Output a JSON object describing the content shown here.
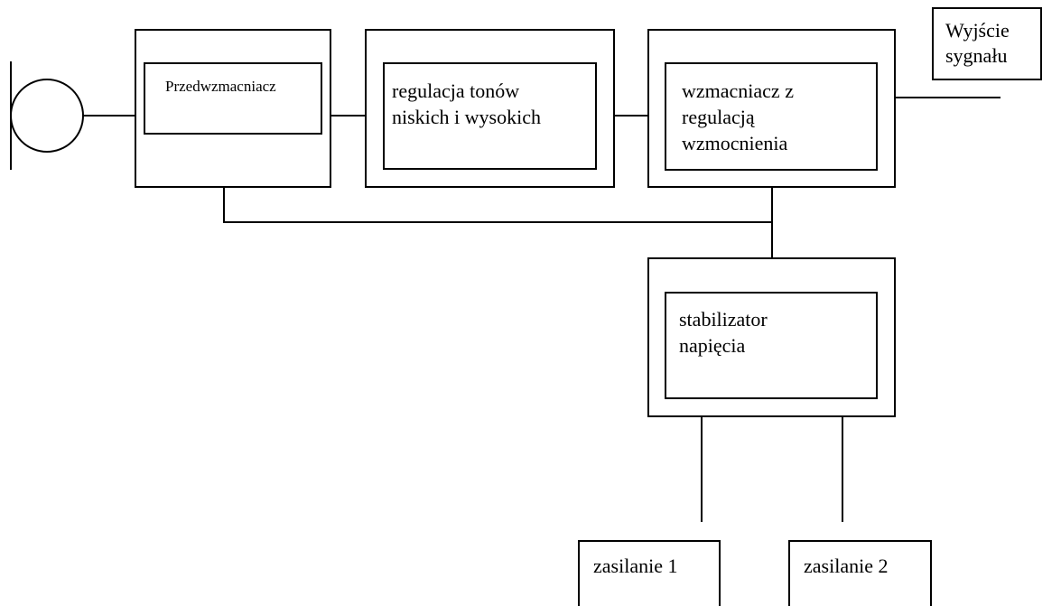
{
  "colors": {
    "stroke": "#000000",
    "background": "#ffffff"
  },
  "blocks": {
    "preamp": "Przedwzmacniacz",
    "tone_control": [
      "regulacja tonów",
      "niskich i wysokich"
    ],
    "amplifier": [
      "wzmacniacz z",
      "regulacją",
      "wzmocnienia"
    ],
    "stabilizer": [
      "stabilizator",
      "napięcia"
    ]
  },
  "output_label": [
    "Wyjście",
    "sygnału"
  ],
  "power_inputs": {
    "supply_1": "zasilanie 1",
    "supply_2": "zasilanie 2"
  },
  "icons": {
    "microphone": "microphone-icon"
  }
}
